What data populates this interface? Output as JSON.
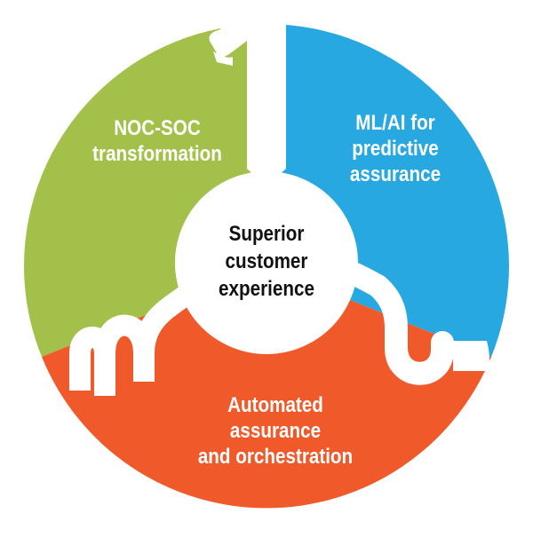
{
  "diagram": {
    "center": {
      "lines": [
        "Superior",
        "customer",
        "experience"
      ]
    },
    "segments": [
      {
        "key": "noc_soc",
        "lines": [
          "NOC-SOC",
          "transformation"
        ],
        "color": "#a3c14a"
      },
      {
        "key": "ml_ai",
        "lines": [
          "ML/AI for",
          "predictive",
          "assurance"
        ],
        "color": "#28a8e0"
      },
      {
        "key": "automated",
        "lines": [
          "Automated",
          "assurance",
          "and orchestration"
        ],
        "color": "#f0592a"
      }
    ]
  }
}
